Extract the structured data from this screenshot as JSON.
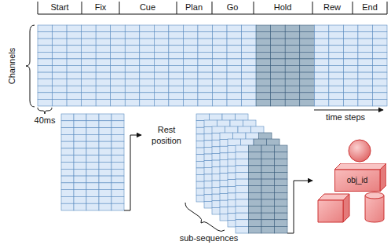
{
  "diagram": {
    "nodes": [
      {
        "text": [
          "obj_id"
        ]
      }
    ],
    "labels": [
      "Start",
      "Fix",
      "Cue",
      "Plan",
      "Go",
      "Hold",
      "Rew",
      "End",
      "Channels",
      "40ms",
      "time steps",
      "Rest position",
      "sub-sequences"
    ]
  }
}
